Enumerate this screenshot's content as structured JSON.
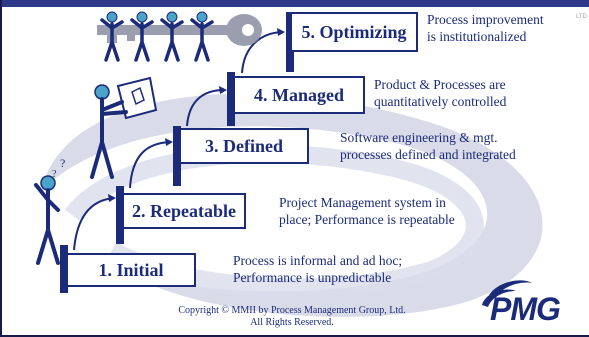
{
  "levels": [
    {
      "label": "1. Initial",
      "description_line1": "Process is informal and ad hoc;",
      "description_line2": "Performance is unpredictable"
    },
    {
      "label": "2. Repeatable",
      "description_line1": "Project Management system in",
      "description_line2": "place; Performance is repeatable"
    },
    {
      "label": "3. Defined",
      "description_line1": "Software engineering & mgt.",
      "description_line2": "processes defined and integrated"
    },
    {
      "label": "4. Managed",
      "description_line1": "Product & Processes are",
      "description_line2": "quantitatively controlled"
    },
    {
      "label": "5. Optimizing",
      "description_line1": "Process improvement",
      "description_line2": "is institutionalized"
    }
  ],
  "watermark_text": "LTD",
  "copyright_line1": "Copyright © MMII  by Process Management Group, Ltd.",
  "copyright_line2": "All Rights Reserved.",
  "logo_text": "PMG",
  "colors": {
    "primary": "#1b2b7a",
    "swoosh": "#b8bcd8",
    "figure": "#4aa3c8"
  }
}
